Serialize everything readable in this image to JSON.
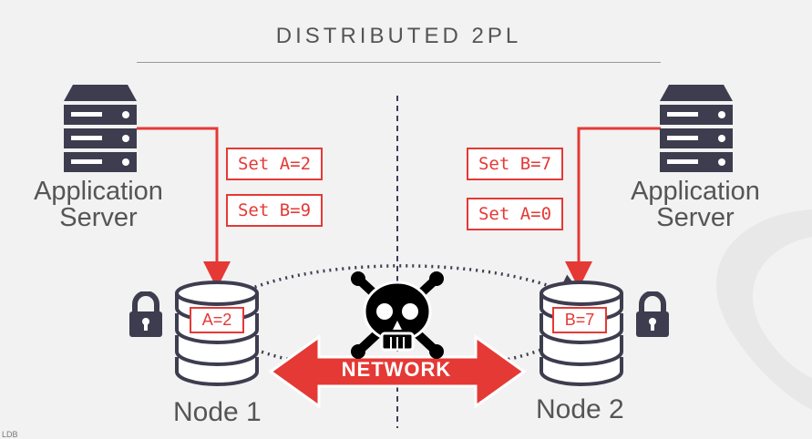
{
  "title": "DISTRIBUTED 2PL",
  "left_server": {
    "label_line1": "Application",
    "label_line2": "Server"
  },
  "right_server": {
    "label_line1": "Application",
    "label_line2": "Server"
  },
  "left_commands": [
    "Set A=2",
    "Set B=9"
  ],
  "right_commands": [
    "Set B=7",
    "Set A=0"
  ],
  "node1": {
    "label": "Node 1",
    "value": "A=2"
  },
  "node2": {
    "label": "Node 2",
    "value": "B=7"
  },
  "network_label": "NETWORK",
  "footer_text": "LDB",
  "colors": {
    "accent": "#e53935",
    "icon": "#3d3d4f",
    "text": "#555555",
    "background": "#f2f2f2"
  }
}
